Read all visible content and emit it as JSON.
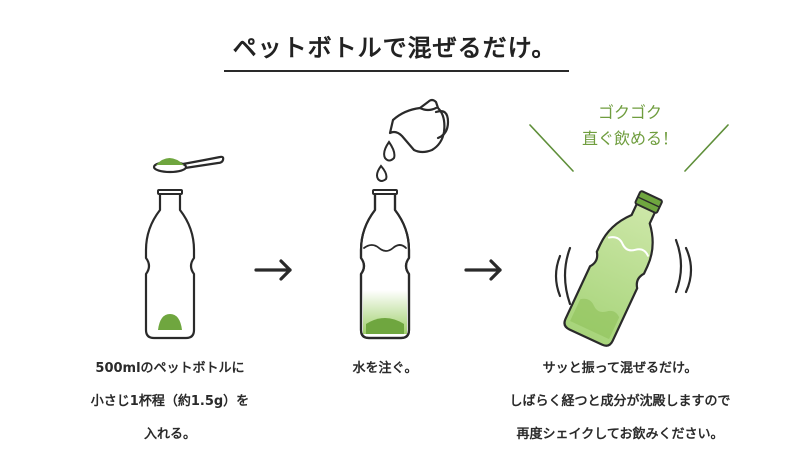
{
  "title": "ペットボトルで混ぜるだけ。",
  "callout": {
    "line1": "ゴクゴク",
    "line2": "直ぐ飲める！"
  },
  "steps": [
    {
      "lines": [
        "500mlのペットボトルに",
        "小さじ1杯程（約1.5g）を",
        "入れる。"
      ]
    },
    {
      "lines": [
        "水を注ぐ。"
      ]
    },
    {
      "lines": [
        "サッと振って混ぜるだけ。"
      ],
      "notes": [
        "しばらく経つと成分が沈殿しますので",
        "再度シェイクしてお飲みください。"
      ]
    }
  ],
  "colors": {
    "accent": "#6f9d3e",
    "liquid": "#b9dc8c",
    "powder": "#6fa63f",
    "outline": "#2a2a2a"
  }
}
